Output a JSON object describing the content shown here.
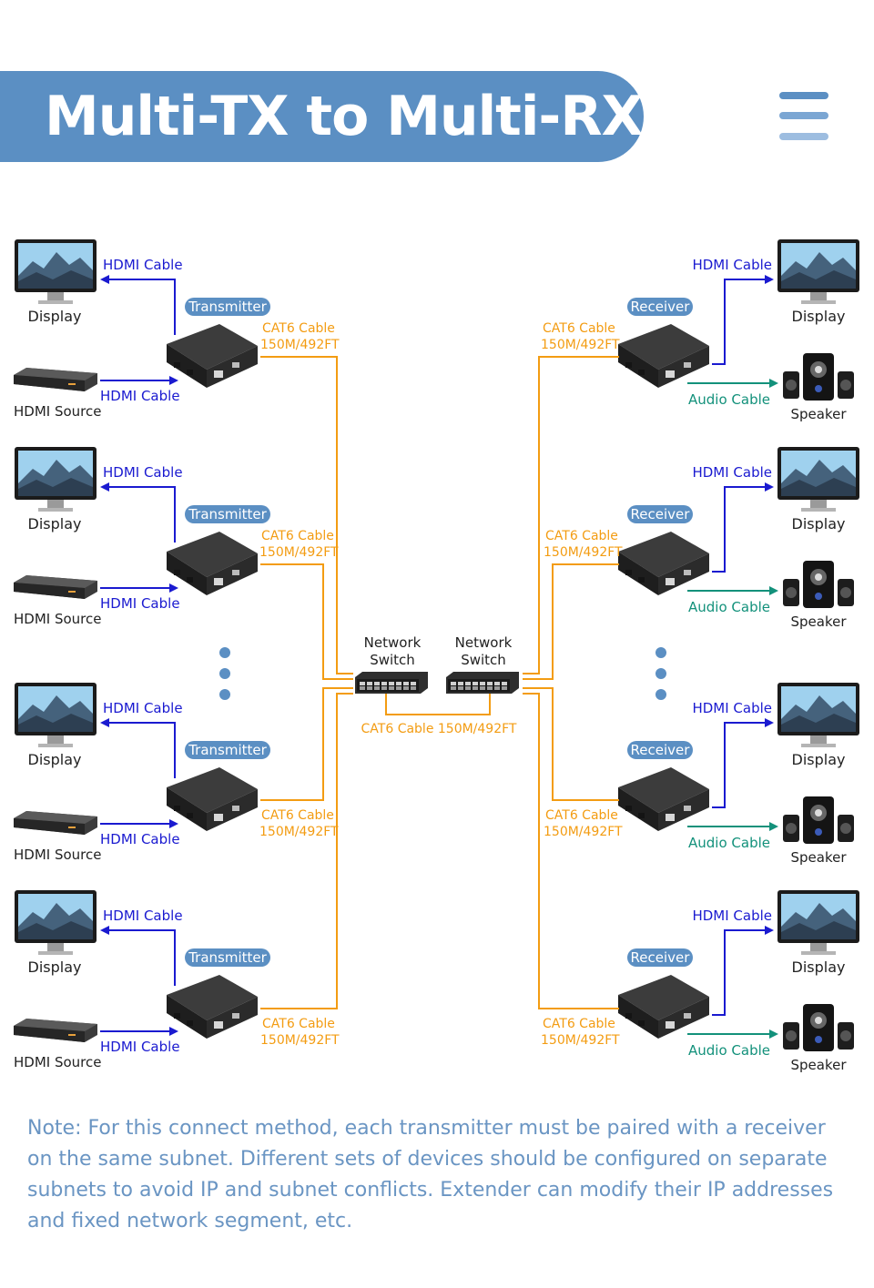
{
  "header": {
    "title": "Multi-TX to Multi-RX"
  },
  "labels": {
    "hdmi_cable": "HDMI Cable",
    "display": "Display",
    "hdmi_source": "HDMI Source",
    "transmitter": "Transmitter",
    "receiver": "Receiver",
    "cat6_line1": "CAT6 Cable",
    "cat6_line2": "150M/492FT",
    "audio_cable": "Audio Cable",
    "speaker": "Speaker",
    "network": "Network",
    "switch": "Switch",
    "cat6_full": "CAT6 Cable 150M/492FT"
  },
  "colors": {
    "header": "#5b8fc3",
    "hdmi": "#1a1ad0",
    "cat6": "#f39c12",
    "audio": "#13917b",
    "badge": "#5b8fc3",
    "note": "#6a95c3"
  },
  "note": "Note: For this connect method, each transmitter must be paired with a receiver on the same subnet. Different sets of devices should be configured on separate subnets to avoid IP and subnet conflicts. Extender can modify their IP addresses and fixed network segment, etc."
}
